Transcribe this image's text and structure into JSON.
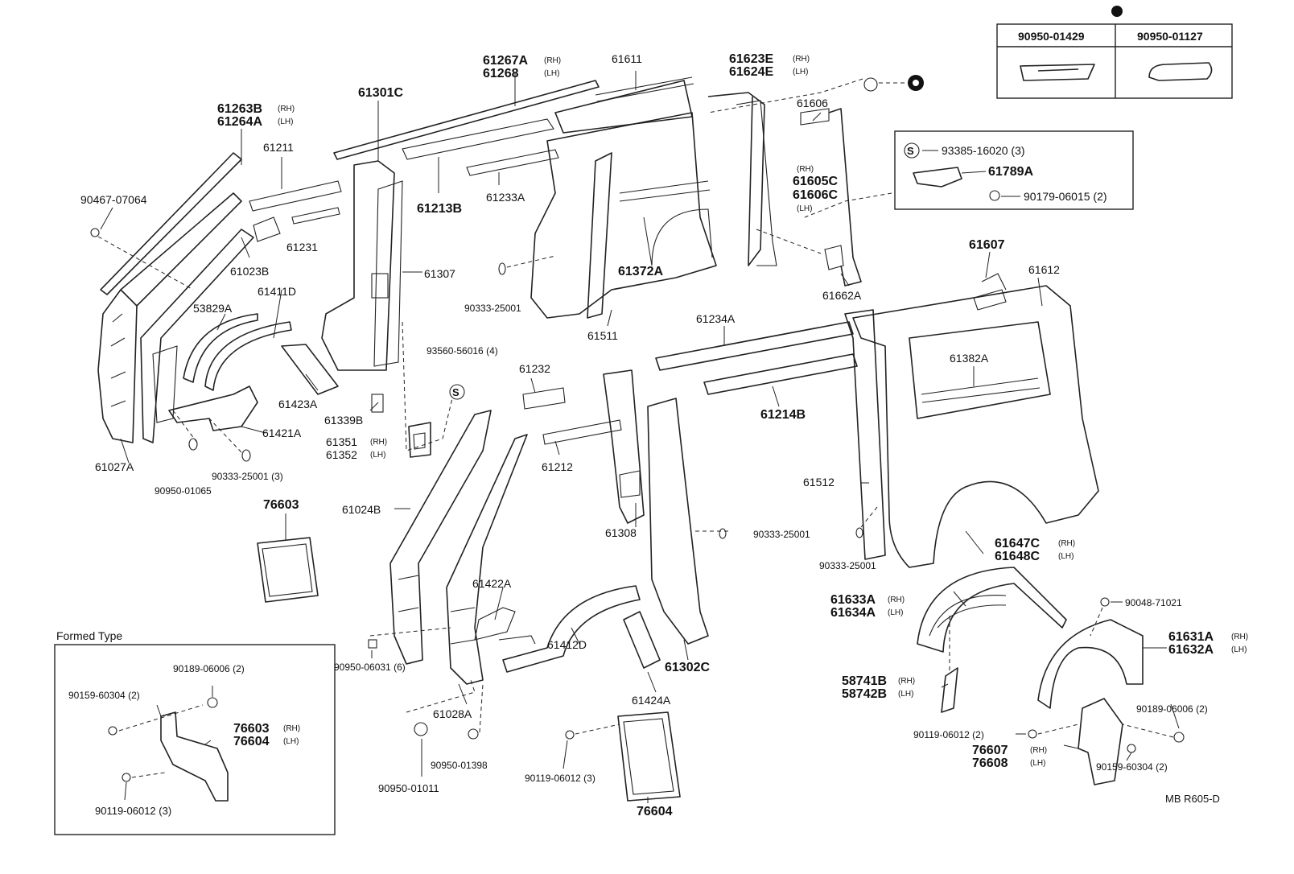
{
  "diagram": {
    "doc_id": "MB R605-D",
    "formed_type_title": "Formed Type",
    "kit_table": {
      "headers": [
        "90950-01429",
        "90950-01127"
      ]
    },
    "labels": {
      "p61267a": "61267A",
      "p61268": "61268",
      "p61611": "61611",
      "p61623e": "61623E",
      "p61624e": "61624E",
      "p61301c": "61301C",
      "p61263b": "61263B",
      "p61264a": "61264A",
      "p61211": "61211",
      "p61213b": "61213B",
      "p61233a": "61233A",
      "p90467": "90467-07064",
      "p61231": "61231",
      "p61023b": "61023B",
      "p61307": "61307",
      "p61372a": "61372A",
      "p61606": "61606",
      "p61605c": "61605C",
      "p61606c": "61606C",
      "p61662a": "61662A",
      "p61411d": "61411D",
      "p53829a": "53829A",
      "p90333a": "90333-25001",
      "p61511": "61511",
      "p61607": "61607",
      "p61612": "61612",
      "p61234a": "61234A",
      "p61382a": "61382A",
      "p93560": "93560-56016 (4)",
      "p61232": "61232",
      "p61423a": "61423A",
      "p61339b": "61339B",
      "p61214b": "61214B",
      "p61351": "61351",
      "p61352": "61352",
      "p61421a": "61421A",
      "p61027a": "61027A",
      "p90333b": "90333-25001 (3)",
      "p90950_01065": "90950-01065",
      "p61212": "61212",
      "p61512": "61512",
      "p76603": "76603",
      "p61024b": "61024B",
      "p61308": "61308",
      "p90333c": "90333-25001",
      "p90333d": "90333-25001",
      "p61647c": "61647C",
      "p61648c": "61648C",
      "p61422a": "61422A",
      "p61633a": "61633A",
      "p61634a": "61634A",
      "p90048": "90048-71021",
      "p61412d": "61412D",
      "p61631a": "61631A",
      "p61632a": "61632A",
      "p90950_06031": "90950-06031 (6)",
      "p61302c": "61302C",
      "p58741b": "58741B",
      "p58742b": "58742B",
      "p61424a": "61424A",
      "p61028a": "61028A",
      "p90189r": "90189-06006 (2)",
      "p90119r": "90119-06012 (2)",
      "p76607": "76607",
      "p76608": "76608",
      "p90159r": "90159-60304 (2)",
      "p90950_01398": "90950-01398",
      "p90950_01011": "90950-01011",
      "p90119c": "90119-06012 (3)",
      "p76604": "76604",
      "p93385": "93385-16020 (3)",
      "p61789a": "61789A",
      "p90179": "90179-06015 (2)",
      "f90189": "90189-06006 (2)",
      "f90159": "90159-60304 (2)",
      "f76603": "76603",
      "f76604": "76604",
      "f90119": "90119-06012 (3)"
    },
    "suffix": {
      "rh": "(RH)",
      "lh": "(LH)"
    },
    "symbol_s": "S"
  }
}
